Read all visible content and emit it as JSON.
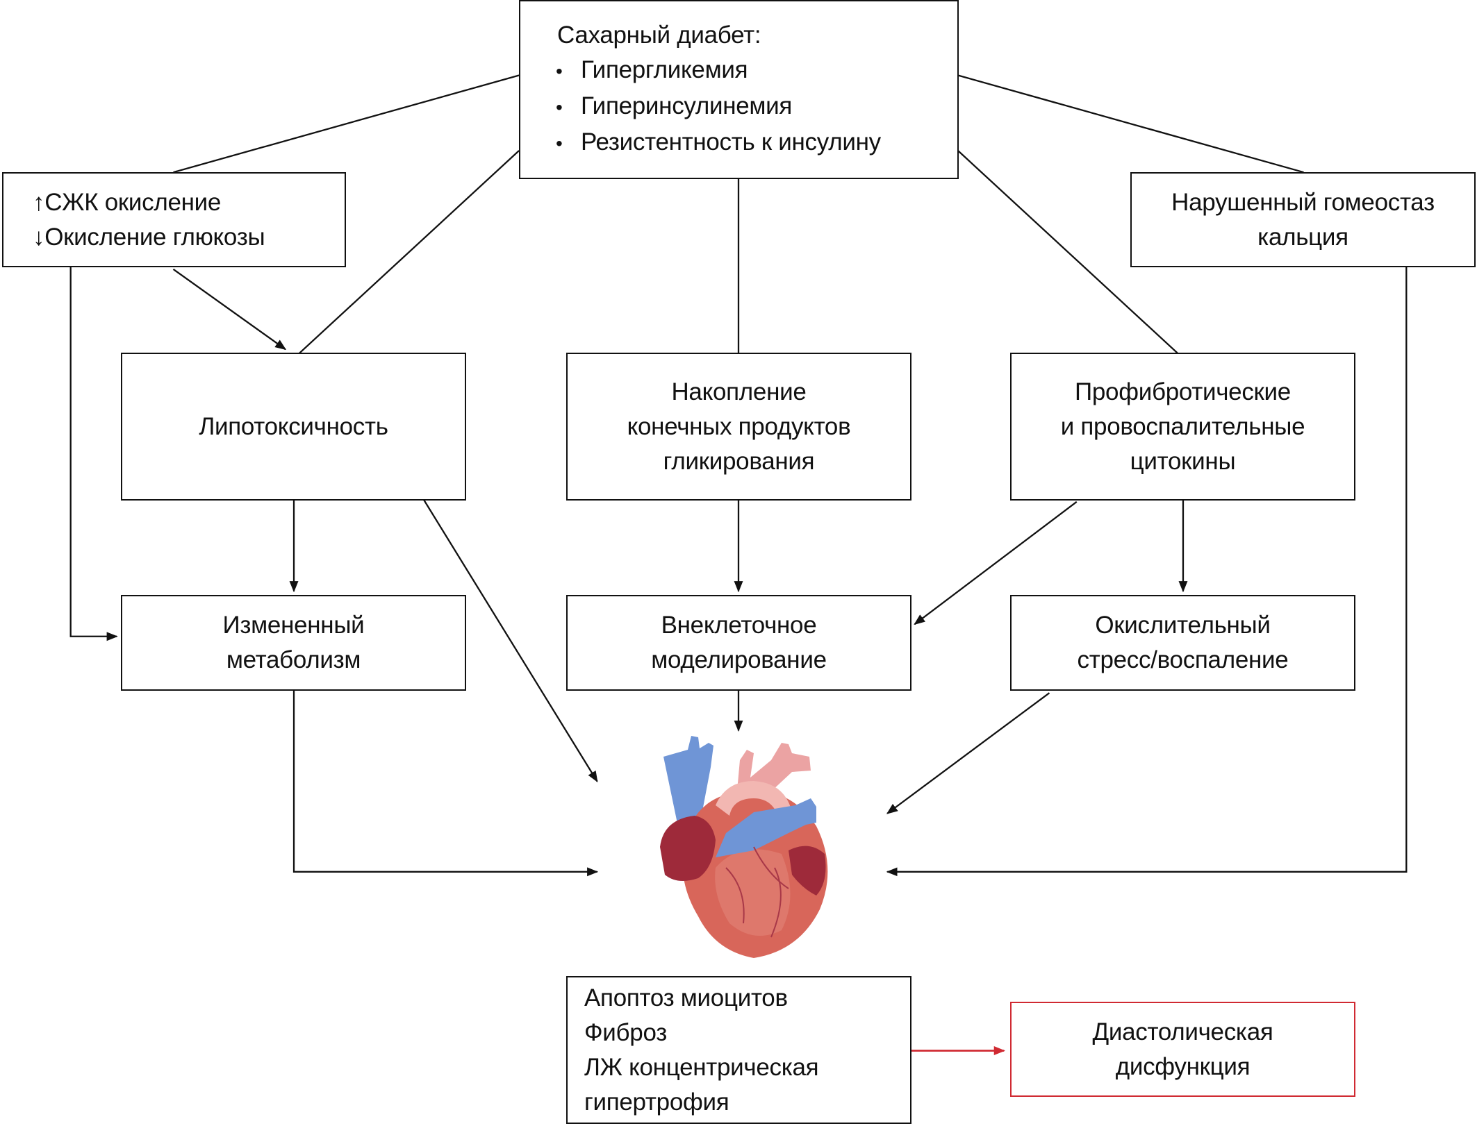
{
  "diagram": {
    "top_box": {
      "title": "Сахарный диабет:",
      "items": [
        "Гипергликемия",
        "Гиперинсулинемия",
        "Резистентность к инсулину"
      ]
    },
    "fatty_acid_box": {
      "lines": [
        "↑СЖК окисление",
        "↓Окисление глюкозы"
      ]
    },
    "calcium_box": {
      "lines": [
        "Нарушенный гомеостаз",
        "кальция"
      ]
    },
    "lipotoxicity_box": {
      "lines": [
        "Липотоксичность"
      ]
    },
    "age_box": {
      "lines": [
        "Накопление",
        "конечных продуктов",
        "гликирования"
      ]
    },
    "cytokines_box": {
      "lines": [
        "Профибротические",
        "и провоспалительные",
        "цитокины"
      ]
    },
    "metabolism_box": {
      "lines": [
        "Измененный",
        "метаболизм"
      ]
    },
    "ecm_box": {
      "lines": [
        "Внеклеточное",
        "моделирование"
      ]
    },
    "oxidative_box": {
      "lines": [
        "Окислительный",
        "стресс/воспаление"
      ]
    },
    "outcome_box": {
      "lines": [
        "Апоптоз миоцитов",
        "Фиброз",
        "ЛЖ концентрическая",
        "гипертрофия"
      ]
    },
    "diastolic_box": {
      "lines": [
        "Диастолическая",
        "дисфункция"
      ]
    },
    "center_image": "heart-illustration",
    "colors": {
      "line": "#111111",
      "highlight": "#d02a32",
      "heart_red": "#d8665a",
      "heart_dark": "#9e2a3a",
      "heart_pink": "#eba3a3",
      "heart_blue": "#6f95d6"
    }
  }
}
